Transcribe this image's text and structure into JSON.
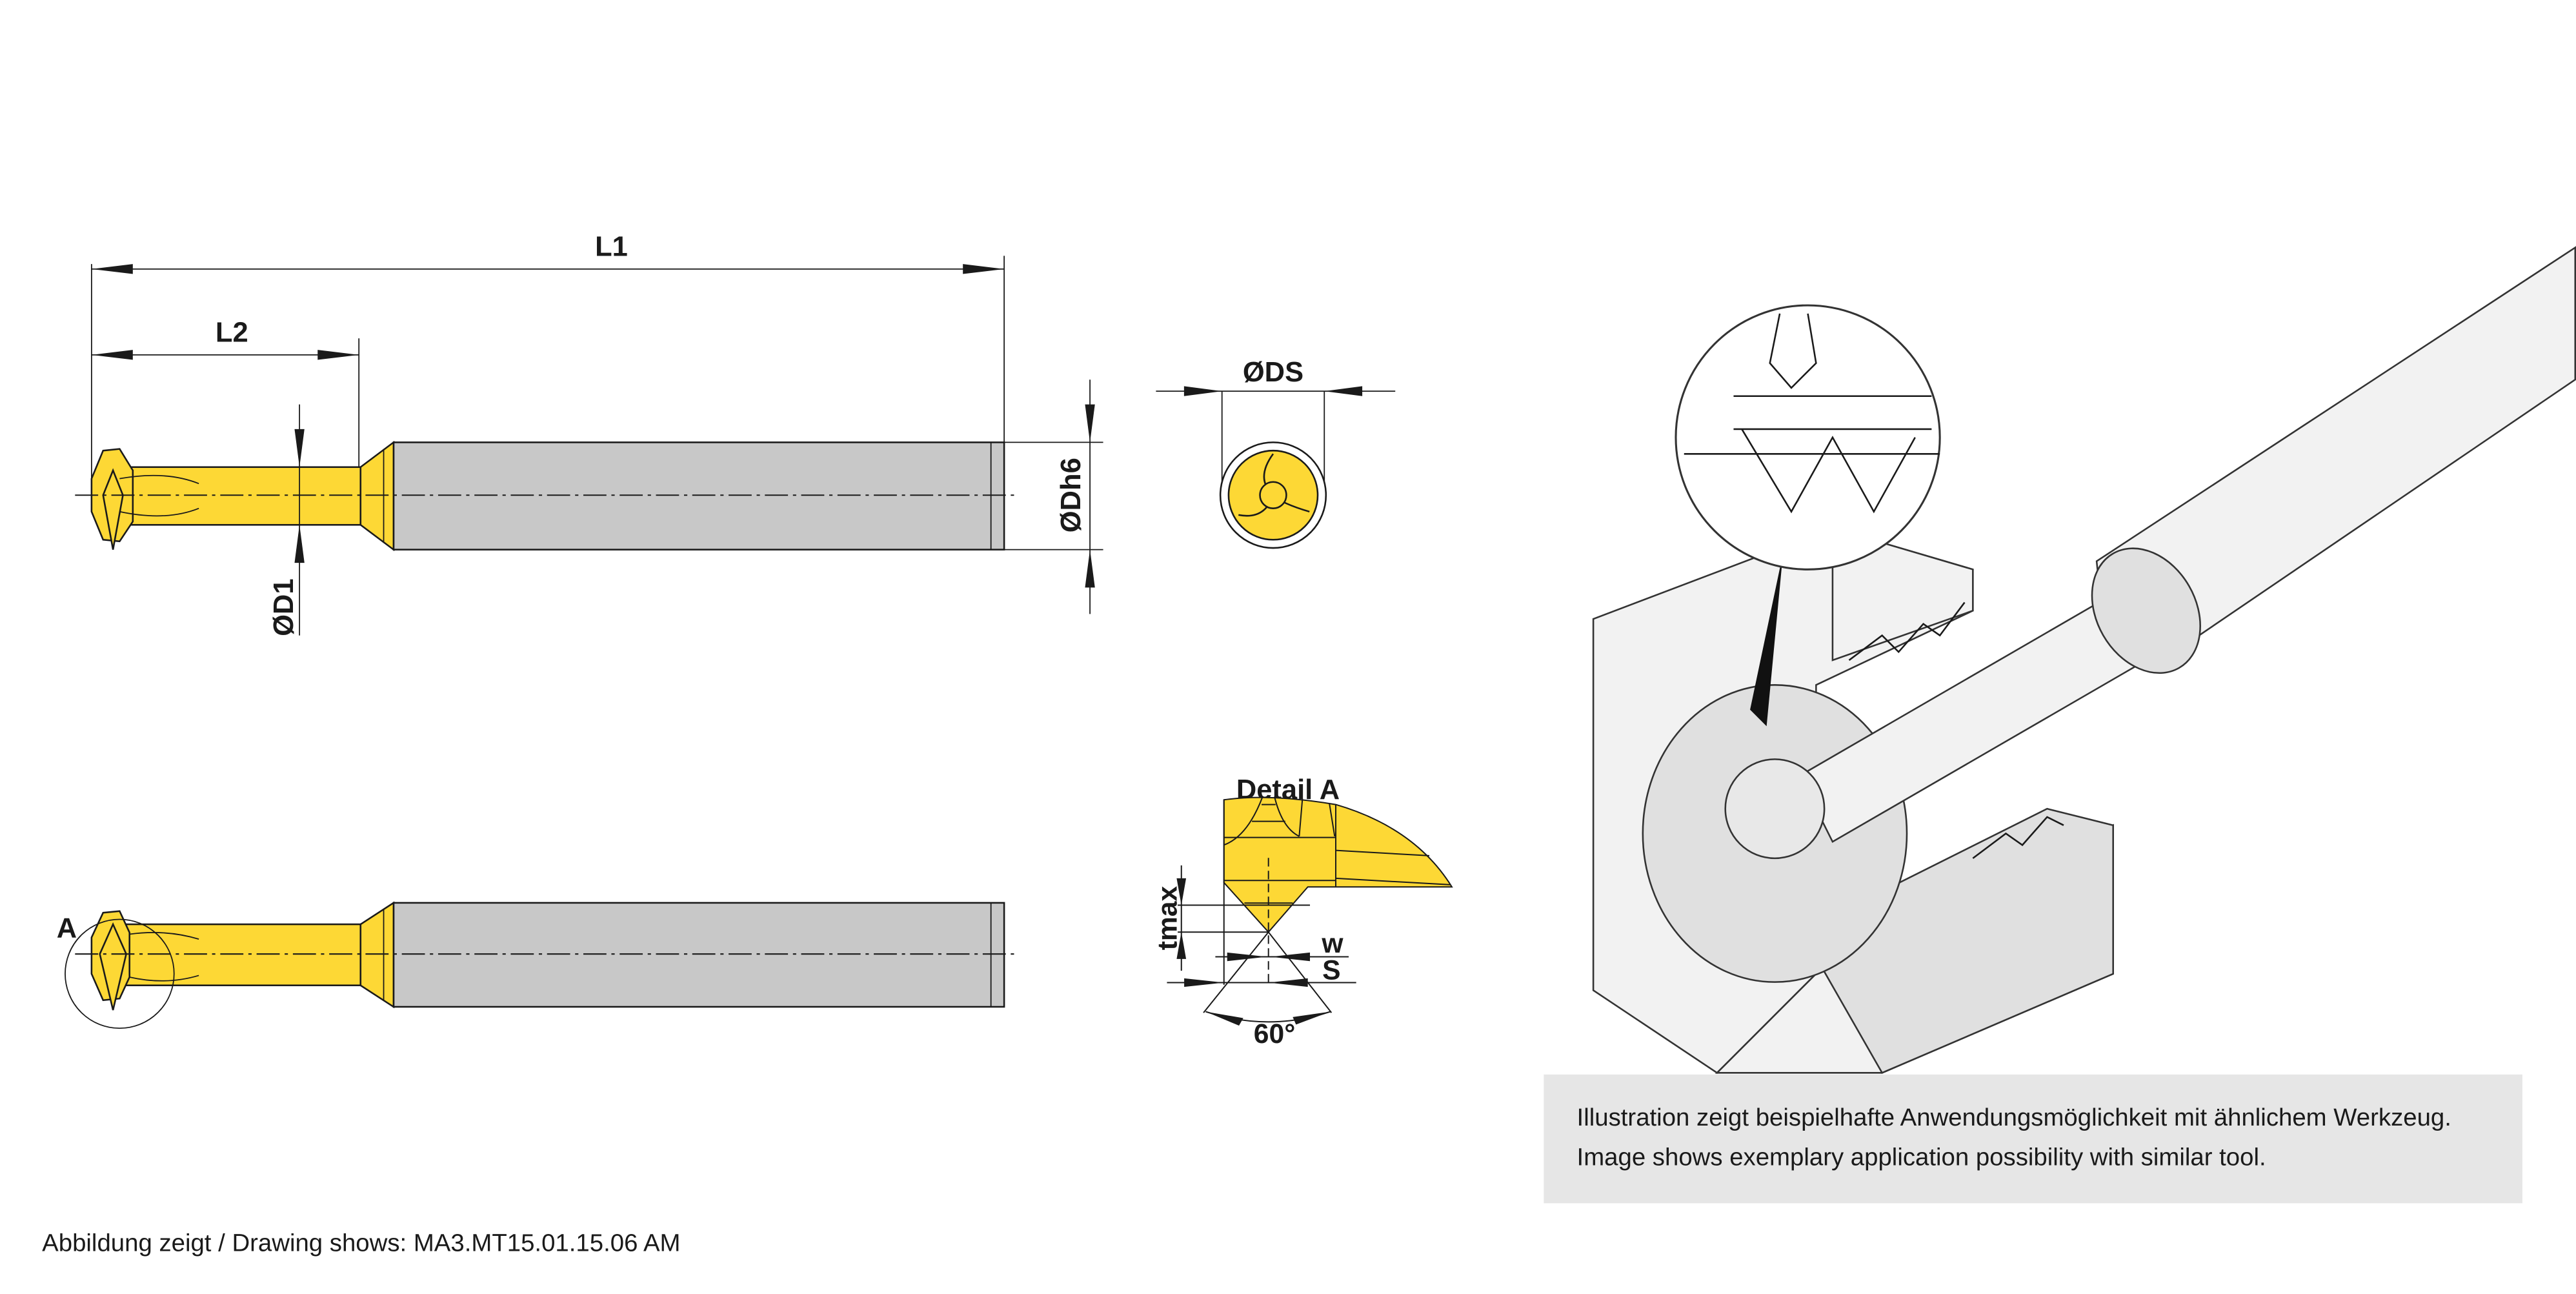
{
  "dimensions": {
    "L1": "L1",
    "L2": "L2",
    "D1": "ØD1",
    "Dh6": "ØDh6",
    "DS": "ØDS",
    "detail_marker": "A"
  },
  "detail": {
    "title": "Detail A",
    "tmax": "tmax",
    "w": "w",
    "S": "S",
    "angle": "60°"
  },
  "illustration_caption": {
    "line1": "Illustration zeigt beispielhafte Anwendungsmöglichkeit mit ähnlichem Werkzeug.",
    "line2": "Image shows exemplary application possibility with similar tool."
  },
  "drawing_caption": "Abbildung zeigt / Drawing shows: MA3.MT15.01.15.06 AM",
  "colors": {
    "carbide": "#fdd835",
    "shank": "#c8c8c8",
    "caption_bg": "#e6e6e6"
  }
}
